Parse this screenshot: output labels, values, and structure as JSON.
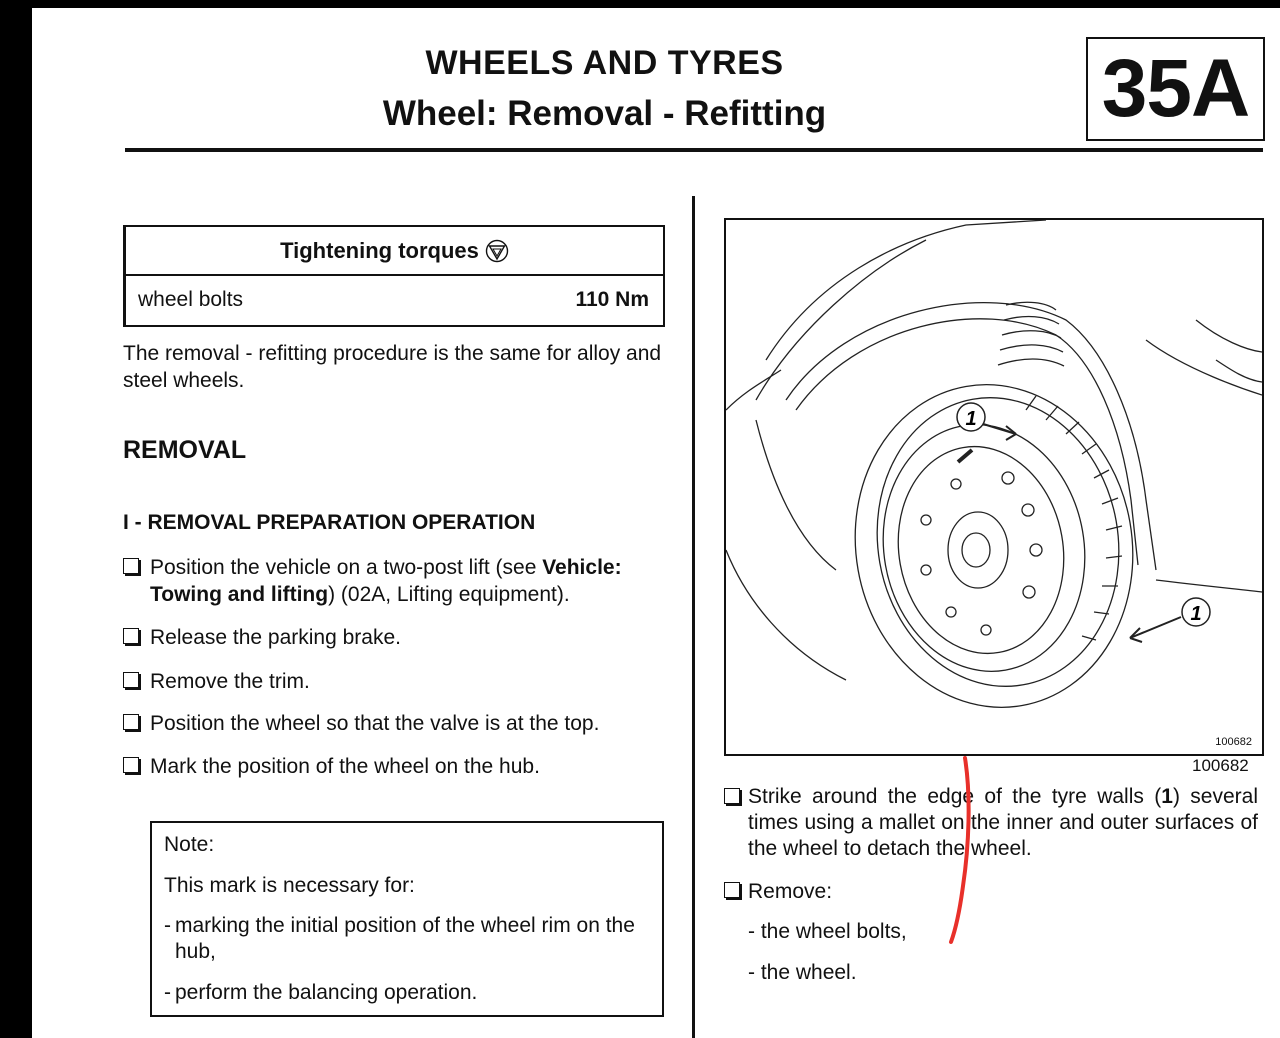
{
  "header": {
    "title": "WHEELS AND TYRES",
    "subtitle": "Wheel: Removal - Refitting",
    "section_code": "35A"
  },
  "torque_table": {
    "header": "Tightening torques",
    "rows": [
      {
        "label": "wheel bolts",
        "value": "110 Nm"
      }
    ]
  },
  "intro": "The removal - refitting procedure is the same for alloy and steel wheels.",
  "removal_heading": "REMOVAL",
  "prep": {
    "heading": "I - REMOVAL PREPARATION OPERATION",
    "items": [
      {
        "pre": "Position the vehicle on a two-post lift (see ",
        "bold1": "Vehicle:",
        "bold2": "Towing and lifting",
        "post": ") (02A, Lifting equipment)."
      },
      {
        "text": "Release the parking brake."
      },
      {
        "text": "Remove the trim."
      },
      {
        "text": "Position the wheel so that the valve is at the top."
      },
      {
        "text": "Mark the position of the wheel on the hub."
      }
    ]
  },
  "note": {
    "title": "Note:",
    "intro": "This mark is necessary for:",
    "items": [
      "marking the initial position of the wheel rim on the hub,",
      "perform the balancing operation."
    ]
  },
  "figure": {
    "number": "100682",
    "callout": "1"
  },
  "right_steps": {
    "strike": {
      "pre": "Strike around the edge of the tyre walls (",
      "bold": "1",
      "post": ") several times using a mallet on the inner and outer surfaces of the wheel to detach the wheel."
    },
    "remove_label": "Remove:",
    "remove_items": [
      "- the wheel bolts,",
      "- the wheel."
    ]
  },
  "colors": {
    "annotation": "#e8302a"
  }
}
